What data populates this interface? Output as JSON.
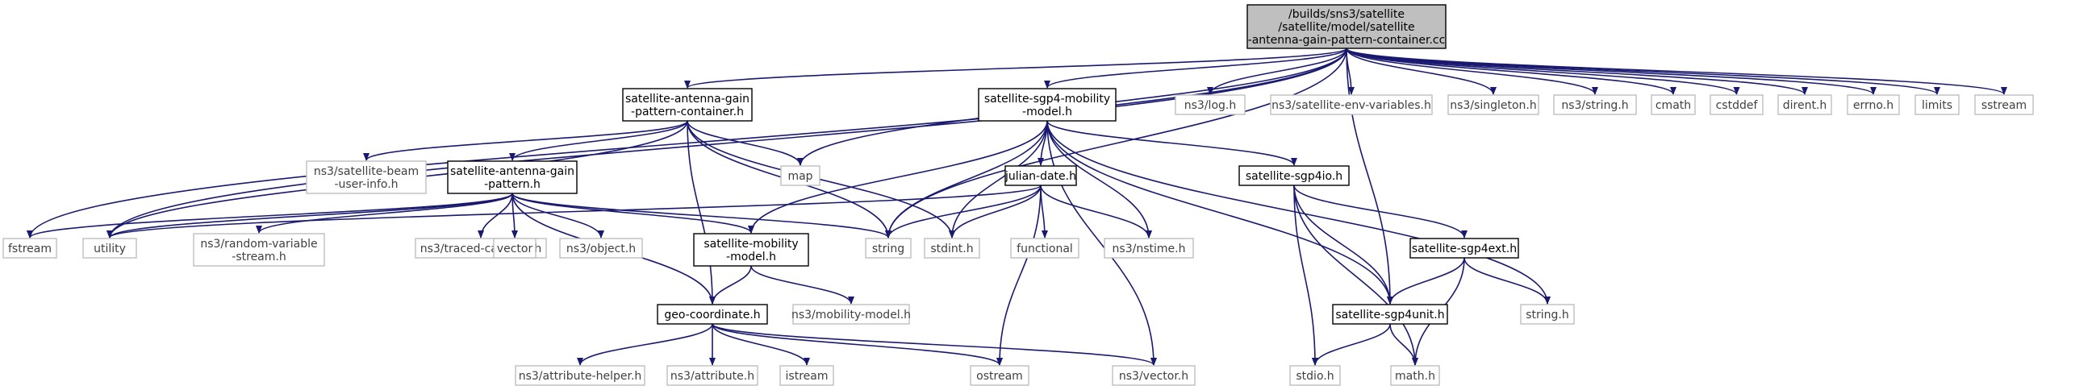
{
  "colors": {
    "edge": "#191970",
    "root_fill": "#bfbfbf",
    "box_fill": "#ffffff",
    "box_stroke_dark": "#000000",
    "box_stroke_light": "#bfbfbf",
    "label_dark": "#000000",
    "label_light": "#404040"
  },
  "nodes": {
    "root": {
      "lines": [
        "/builds/sns3/satellite",
        "/satellite/model/satellite",
        "-antenna-gain-pattern-container.cc"
      ],
      "kind": "root"
    },
    "sagpc": {
      "lines": [
        "satellite-antenna-gain",
        "-pattern-container.h"
      ],
      "kind": "documented"
    },
    "sgp4mob": {
      "lines": [
        "satellite-sgp4-mobility",
        "-model.h"
      ],
      "kind": "documented"
    },
    "log": {
      "lines": [
        "ns3/log.h"
      ],
      "kind": "external"
    },
    "envvars": {
      "lines": [
        "ns3/satellite-env-variables.h"
      ],
      "kind": "external"
    },
    "singleton": {
      "lines": [
        "ns3/singleton.h"
      ],
      "kind": "external"
    },
    "ns3string": {
      "lines": [
        "ns3/string.h"
      ],
      "kind": "external"
    },
    "cmath": {
      "lines": [
        "cmath"
      ],
      "kind": "external"
    },
    "cstddef": {
      "lines": [
        "cstddef"
      ],
      "kind": "external"
    },
    "dirent": {
      "lines": [
        "dirent.h"
      ],
      "kind": "external"
    },
    "errno": {
      "lines": [
        "errno.h"
      ],
      "kind": "external"
    },
    "limits": {
      "lines": [
        "limits"
      ],
      "kind": "external"
    },
    "sstream": {
      "lines": [
        "sstream"
      ],
      "kind": "external"
    },
    "beaminfo": {
      "lines": [
        "ns3/satellite-beam",
        "-user-info.h"
      ],
      "kind": "external"
    },
    "map": {
      "lines": [
        "map"
      ],
      "kind": "external"
    },
    "sagp": {
      "lines": [
        "satellite-antenna-gain",
        "-pattern.h"
      ],
      "kind": "documented"
    },
    "julian": {
      "lines": [
        "julian-date.h"
      ],
      "kind": "documented"
    },
    "sgp4io": {
      "lines": [
        "satellite-sgp4io.h"
      ],
      "kind": "documented"
    },
    "fstream": {
      "lines": [
        "fstream"
      ],
      "kind": "external"
    },
    "utility": {
      "lines": [
        "utility"
      ],
      "kind": "external"
    },
    "randvar": {
      "lines": [
        "ns3/random-variable",
        "-stream.h"
      ],
      "kind": "external"
    },
    "traced": {
      "lines": [
        "ns3/traced-callback.h"
      ],
      "kind": "external"
    },
    "vector": {
      "lines": [
        "vector"
      ],
      "kind": "external"
    },
    "object": {
      "lines": [
        "ns3/object.h"
      ],
      "kind": "external"
    },
    "satmob": {
      "lines": [
        "satellite-mobility",
        "-model.h"
      ],
      "kind": "documented"
    },
    "string": {
      "lines": [
        "string"
      ],
      "kind": "external"
    },
    "stdint": {
      "lines": [
        "stdint.h"
      ],
      "kind": "external"
    },
    "functional": {
      "lines": [
        "functional"
      ],
      "kind": "external"
    },
    "nstime": {
      "lines": [
        "ns3/nstime.h"
      ],
      "kind": "external"
    },
    "sgp4ext": {
      "lines": [
        "satellite-sgp4ext.h"
      ],
      "kind": "documented"
    },
    "stringh": {
      "lines": [
        "string.h"
      ],
      "kind": "external"
    },
    "geo": {
      "lines": [
        "geo-coordinate.h"
      ],
      "kind": "documented"
    },
    "mobmodel": {
      "lines": [
        "ns3/mobility-model.h"
      ],
      "kind": "external"
    },
    "sgp4unit": {
      "lines": [
        "satellite-sgp4unit.h"
      ],
      "kind": "documented"
    },
    "attrhelper": {
      "lines": [
        "ns3/attribute-helper.h"
      ],
      "kind": "external"
    },
    "attribute": {
      "lines": [
        "ns3/attribute.h"
      ],
      "kind": "external"
    },
    "istream": {
      "lines": [
        "istream"
      ],
      "kind": "external"
    },
    "ostream": {
      "lines": [
        "ostream"
      ],
      "kind": "external"
    },
    "ns3vector": {
      "lines": [
        "ns3/vector.h"
      ],
      "kind": "external"
    },
    "stdio": {
      "lines": [
        "stdio.h"
      ],
      "kind": "external"
    },
    "math": {
      "lines": [
        "math.h"
      ],
      "kind": "external"
    }
  },
  "edges": [
    [
      "root",
      "sagpc"
    ],
    [
      "root",
      "sgp4mob"
    ],
    [
      "root",
      "log"
    ],
    [
      "root",
      "envvars"
    ],
    [
      "root",
      "singleton"
    ],
    [
      "root",
      "ns3string"
    ],
    [
      "root",
      "cmath"
    ],
    [
      "root",
      "cstddef"
    ],
    [
      "root",
      "dirent"
    ],
    [
      "root",
      "errno"
    ],
    [
      "root",
      "limits"
    ],
    [
      "root",
      "sstream"
    ],
    [
      "root",
      "fstream"
    ],
    [
      "root",
      "utility"
    ],
    [
      "root",
      "map"
    ],
    [
      "root",
      "string"
    ],
    [
      "root",
      "sgp4unit"
    ],
    [
      "sagpc",
      "beaminfo"
    ],
    [
      "sagpc",
      "map"
    ],
    [
      "sagpc",
      "sagp"
    ],
    [
      "sagpc",
      "utility"
    ],
    [
      "sagpc",
      "geo"
    ],
    [
      "sagpc",
      "string"
    ],
    [
      "sagpc",
      "stdint"
    ],
    [
      "sagp",
      "fstream"
    ],
    [
      "sagp",
      "utility"
    ],
    [
      "sagp",
      "randvar"
    ],
    [
      "sagp",
      "traced"
    ],
    [
      "sagp",
      "vector"
    ],
    [
      "sagp",
      "object"
    ],
    [
      "sagp",
      "satmob"
    ],
    [
      "sagp",
      "string"
    ],
    [
      "sagp",
      "geo"
    ],
    [
      "sgp4mob",
      "satmob"
    ],
    [
      "sgp4mob",
      "julian"
    ],
    [
      "sgp4mob",
      "sgp4io"
    ],
    [
      "sgp4mob",
      "string"
    ],
    [
      "sgp4mob",
      "stdint"
    ],
    [
      "sgp4mob",
      "nstime"
    ],
    [
      "sgp4mob",
      "ns3vector"
    ],
    [
      "sgp4mob",
      "stringh"
    ],
    [
      "sgp4mob",
      "sgp4unit"
    ],
    [
      "julian",
      "utility"
    ],
    [
      "julian",
      "string"
    ],
    [
      "julian",
      "stdint"
    ],
    [
      "julian",
      "functional"
    ],
    [
      "julian",
      "nstime"
    ],
    [
      "julian",
      "ostream"
    ],
    [
      "sgp4io",
      "sgp4ext"
    ],
    [
      "sgp4io",
      "sgp4unit"
    ],
    [
      "sgp4io",
      "stdio"
    ],
    [
      "sgp4io",
      "math"
    ],
    [
      "sgp4ext",
      "sgp4unit"
    ],
    [
      "sgp4ext",
      "stringh"
    ],
    [
      "sgp4ext",
      "math"
    ],
    [
      "sgp4unit",
      "stdio"
    ],
    [
      "sgp4unit",
      "math"
    ],
    [
      "satmob",
      "geo"
    ],
    [
      "satmob",
      "mobmodel"
    ],
    [
      "geo",
      "attrhelper"
    ],
    [
      "geo",
      "attribute"
    ],
    [
      "geo",
      "istream"
    ],
    [
      "geo",
      "ostream"
    ],
    [
      "geo",
      "ns3vector"
    ]
  ]
}
